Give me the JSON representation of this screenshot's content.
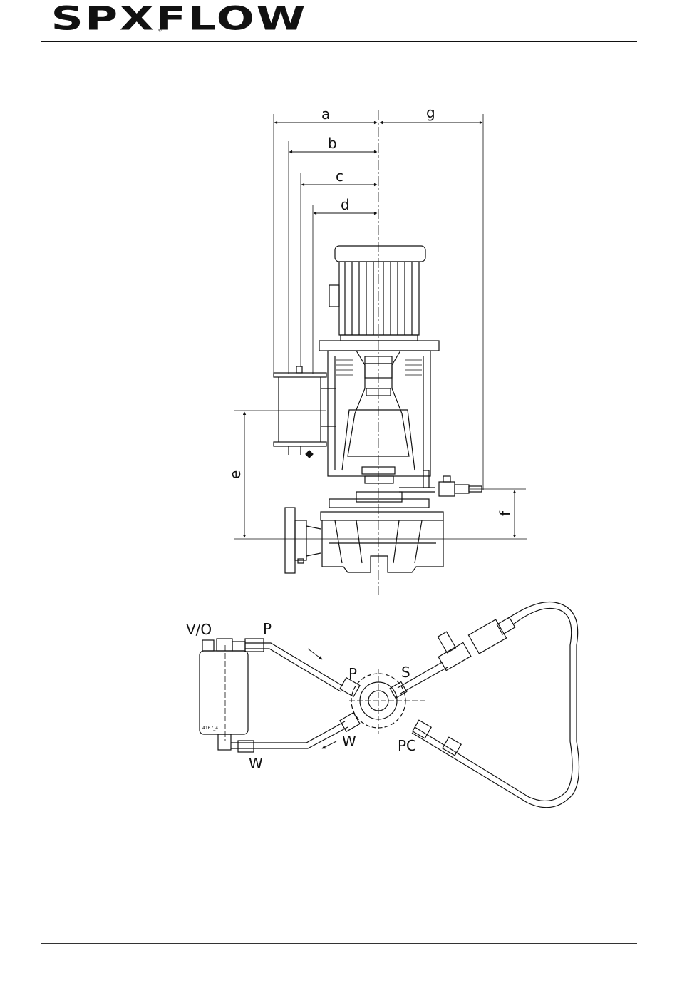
{
  "brand": {
    "logo_text": "SPXFLOW",
    "registered_mark": "®"
  },
  "dimensions": {
    "a": "a",
    "b": "b",
    "c": "c",
    "d": "d",
    "e": "e",
    "f": "f",
    "g": "g"
  },
  "connections": {
    "v_o": "V/O",
    "p_outer": "P",
    "p_inner": "P",
    "s": "S",
    "w_inner": "W",
    "w_outer": "W",
    "pc": "PC"
  },
  "figure_code": "4167_4",
  "colors": {
    "ink": "#111111",
    "paper": "#ffffff"
  }
}
